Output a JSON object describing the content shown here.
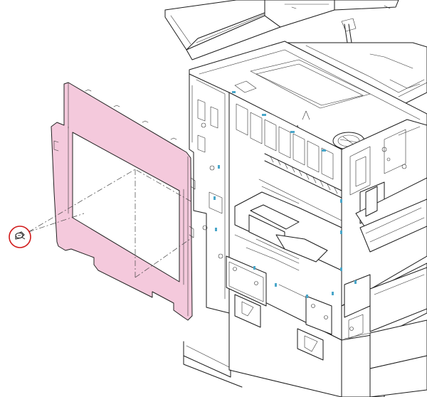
{
  "diagram": {
    "panel_color": "#f4c9dc",
    "panel_stroke": "#222222",
    "line_color": "#1a1a1a",
    "highlight_color": "#d01818",
    "accent_color": "#49a6c9",
    "parts": [
      {
        "name": "machine-body",
        "icon": "printer-frame"
      },
      {
        "name": "rear-cover-panel",
        "icon": "cover-panel"
      },
      {
        "name": "screw",
        "icon": "screw-icon"
      }
    ]
  }
}
